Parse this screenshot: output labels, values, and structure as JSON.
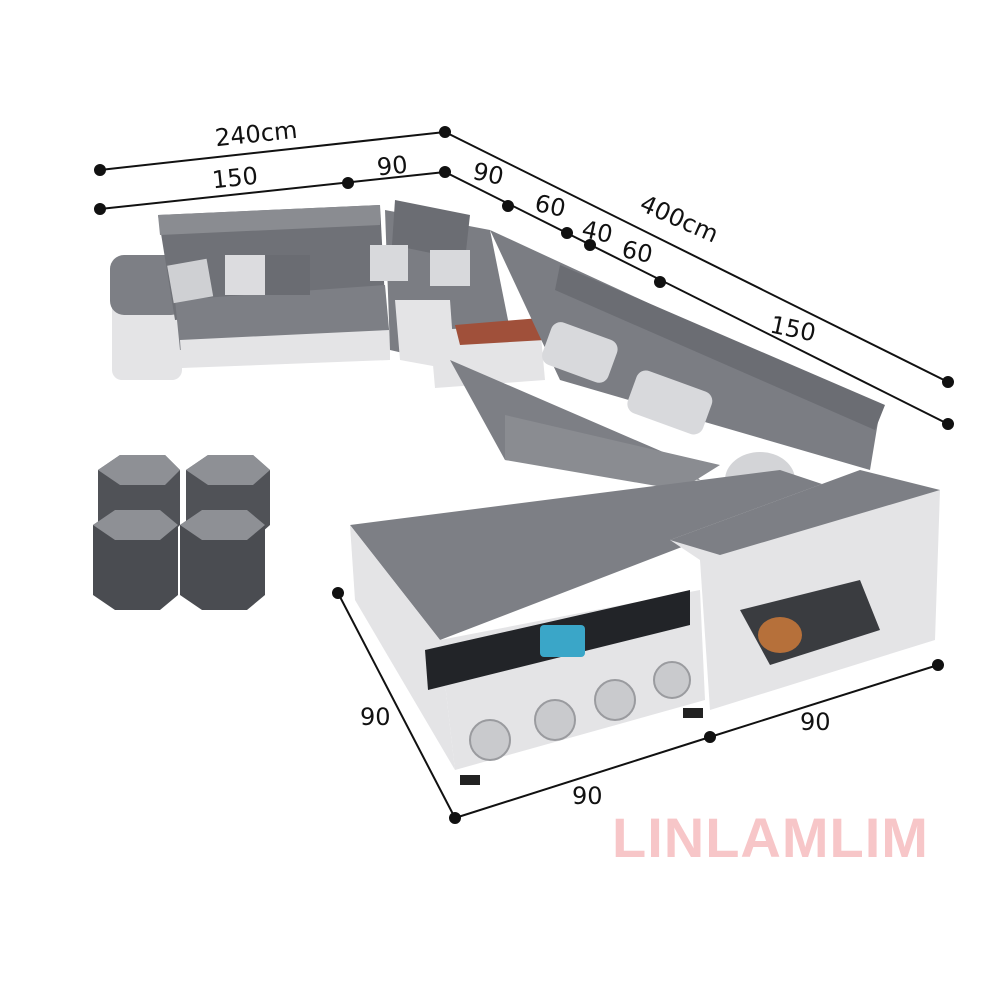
{
  "image": {
    "subject": "Grey and white U-shaped sectional sofa with chaise, console, and four hexagonal ottomans",
    "colors": {
      "sofa_grey": "#7d7f85",
      "sofa_dark": "#5d5f64",
      "sofa_white": "#e4e4e6",
      "ottoman": "#505257",
      "ottoman_top": "#8e9095",
      "console_top": "#a0503a",
      "watermark": "#f7c6c8",
      "dimension_line": "#111111"
    }
  },
  "dimensions": {
    "top_overall": "240cm",
    "top_left_section": "150",
    "top_corner_section": "90",
    "right_overall": "400cm",
    "right_corner": "90",
    "right_seat": "60",
    "right_console": "40",
    "right_seat_2": "60",
    "right_long": "150",
    "chaise_depth": "90",
    "chaise_front": "90",
    "side_unit_front": "90"
  },
  "watermark": {
    "text": "LINLAMLIM"
  },
  "ottomans": {
    "count": 4,
    "shape": "hexagon"
  }
}
